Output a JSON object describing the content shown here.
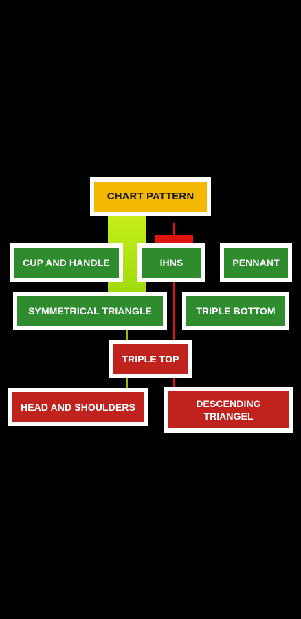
{
  "colors": {
    "background": "#000000",
    "bull_pattern": "#2e8b2e",
    "bear_pattern": "#c0221e",
    "title_fill": "#f5b800",
    "bull_candle": "#a8e20a",
    "bear_candle": "#e0140f"
  },
  "title": "CHART PATTERN",
  "bullish_patterns": [
    "CUP AND HANDLE",
    "IHNS",
    "PENNANT",
    "SYMMETRICAL TRIANGLE",
    "TRIPLE BOTTOM"
  ],
  "bearish_patterns": [
    "TRIPLE TOP",
    "HEAD AND SHOULDERS",
    "DESCENDING\nTRIANGEL"
  ]
}
